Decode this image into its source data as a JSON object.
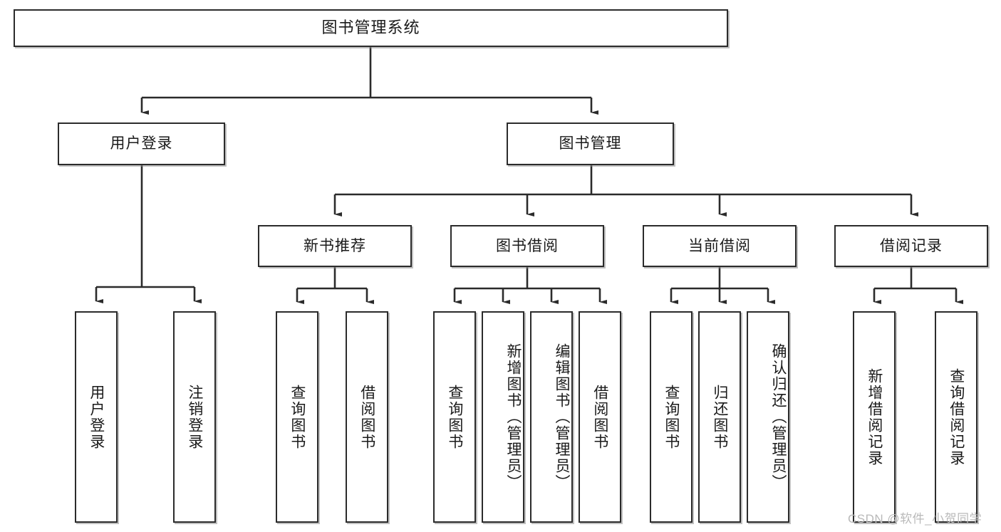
{
  "diagram": {
    "type": "tree",
    "title": "图书管理系统",
    "orientation": "top-down",
    "watermark": "CSDN @软件_小贺同学",
    "colors": {
      "background": "#ffffff",
      "node_border": "#2b2b2b",
      "node_fill": "#ffffff",
      "connector": "#2b2b2b",
      "text": "#1a1a1a",
      "watermark": "#b9b9b9"
    }
  },
  "nodes": {
    "root": {
      "label": "图书管理系统",
      "level": 0
    },
    "level1": [
      {
        "id": "user-login",
        "label": "用户登录",
        "level": 1
      },
      {
        "id": "book-management",
        "label": "图书管理",
        "level": 1
      }
    ],
    "level2": [
      {
        "id": "new-book-recommend",
        "label": "新书推荐",
        "level": 2,
        "parent": "book-management"
      },
      {
        "id": "book-borrow",
        "label": "图书借阅",
        "level": 2,
        "parent": "book-management"
      },
      {
        "id": "current-borrow",
        "label": "当前借阅",
        "level": 2,
        "parent": "book-management"
      },
      {
        "id": "borrow-record",
        "label": "借阅记录",
        "level": 2,
        "parent": "book-management"
      }
    ],
    "leaves": [
      {
        "id": "leaf-user-login",
        "label": "用户登录",
        "parent": "user-login",
        "align": "center"
      },
      {
        "id": "leaf-logout",
        "label": "注销登录",
        "parent": "user-login",
        "align": "center"
      },
      {
        "id": "leaf-query-book-1",
        "label": "查询图书",
        "parent": "new-book-recommend",
        "align": "center"
      },
      {
        "id": "leaf-borrow-book-1",
        "label": "借阅图书",
        "parent": "new-book-recommend",
        "align": "center"
      },
      {
        "id": "leaf-query-book-2",
        "label": "查询图书",
        "parent": "book-borrow",
        "align": "center"
      },
      {
        "id": "leaf-add-book",
        "label": "新增图书（管理员）",
        "parent": "book-borrow",
        "align": "top"
      },
      {
        "id": "leaf-edit-book",
        "label": "编辑图书（管理员）",
        "parent": "book-borrow",
        "align": "top"
      },
      {
        "id": "leaf-borrow-book-2",
        "label": "借阅图书",
        "parent": "book-borrow",
        "align": "center"
      },
      {
        "id": "leaf-query-book-3",
        "label": "查询图书",
        "parent": "current-borrow",
        "align": "center"
      },
      {
        "id": "leaf-return-book",
        "label": "归还图书",
        "parent": "current-borrow",
        "align": "center"
      },
      {
        "id": "leaf-confirm-return",
        "label": "确认归还（管理员）",
        "parent": "current-borrow",
        "align": "top"
      },
      {
        "id": "leaf-add-record",
        "label": "新增借阅记录",
        "parent": "borrow-record",
        "align": "center"
      },
      {
        "id": "leaf-query-record",
        "label": "查询借阅记录",
        "parent": "borrow-record",
        "align": "center"
      }
    ]
  }
}
